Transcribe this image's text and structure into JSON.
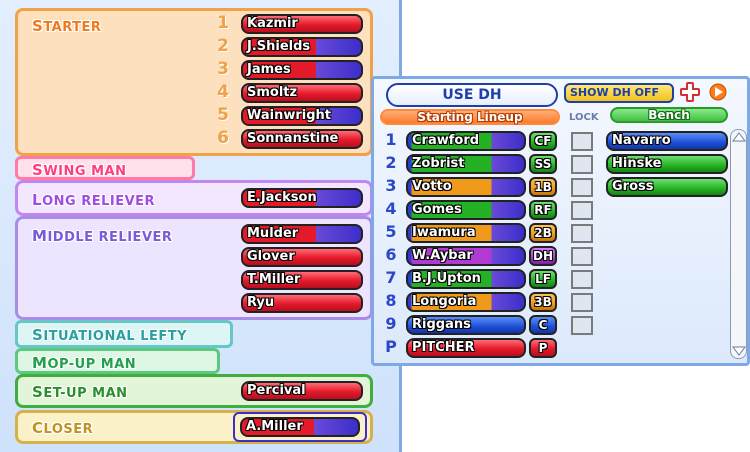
{
  "staff": {
    "starter": {
      "label": "Starter",
      "players": [
        {
          "n": "1",
          "name": "Kazmir"
        },
        {
          "n": "2",
          "name": "J.Shields"
        },
        {
          "n": "3",
          "name": "James"
        },
        {
          "n": "4",
          "name": "Smoltz"
        },
        {
          "n": "5",
          "name": "Wainwright"
        },
        {
          "n": "6",
          "name": "Sonnanstine"
        }
      ]
    },
    "swing_man": {
      "label": "Swing Man"
    },
    "long_reliever": {
      "label": "Long Reliever",
      "players": [
        "E.Jackson"
      ]
    },
    "middle_reliever": {
      "label": "Middle Reliever",
      "players": [
        "Mulder",
        "Glover",
        "T.Miller",
        "Ryu"
      ]
    },
    "situational_lefty": {
      "label": "Situational Lefty"
    },
    "mop_up_man": {
      "label": "Mop-up Man"
    },
    "set_up_man": {
      "label": "Set-up Man",
      "players": [
        "Percival"
      ]
    },
    "closer": {
      "label": "Closer",
      "players": [
        "A.Miller"
      ]
    }
  },
  "lineup": {
    "use_dh": "USE DH",
    "show_dh": "SHOW DH OFF",
    "starting_lineup": "Starting Lineup",
    "lock": "LOCK",
    "bench": "Bench",
    "batters": [
      {
        "order": "1",
        "name": "Crawford",
        "pos": "CF",
        "color": "green"
      },
      {
        "order": "2",
        "name": "Zobrist",
        "pos": "SS",
        "color": "green"
      },
      {
        "order": "3",
        "name": "Votto",
        "pos": "1B",
        "color": "orange"
      },
      {
        "order": "4",
        "name": "Gomes",
        "pos": "RF",
        "color": "green"
      },
      {
        "order": "5",
        "name": "Iwamura",
        "pos": "2B",
        "color": "orange"
      },
      {
        "order": "6",
        "name": "W.Aybar",
        "pos": "DH",
        "color": "purple"
      },
      {
        "order": "7",
        "name": "B.J.Upton",
        "pos": "LF",
        "color": "green"
      },
      {
        "order": "8",
        "name": "Longoria",
        "pos": "3B",
        "color": "orange"
      },
      {
        "order": "9",
        "name": "Riggans",
        "pos": "C",
        "color": "blue"
      },
      {
        "order": "P",
        "name": "PITCHER",
        "pos": "P",
        "color": "red"
      }
    ],
    "bench_players": [
      "Navarro",
      "Hinske",
      "Gross"
    ]
  },
  "colors": {
    "starter": "#f0a24a",
    "swing": "#ff6f9a",
    "long": "#b070e0",
    "middle": "#a27ce0",
    "lefty": "#5fc3c3",
    "mop": "#52c27a",
    "setup": "#3fae3f",
    "closer": "#d4b24a"
  }
}
